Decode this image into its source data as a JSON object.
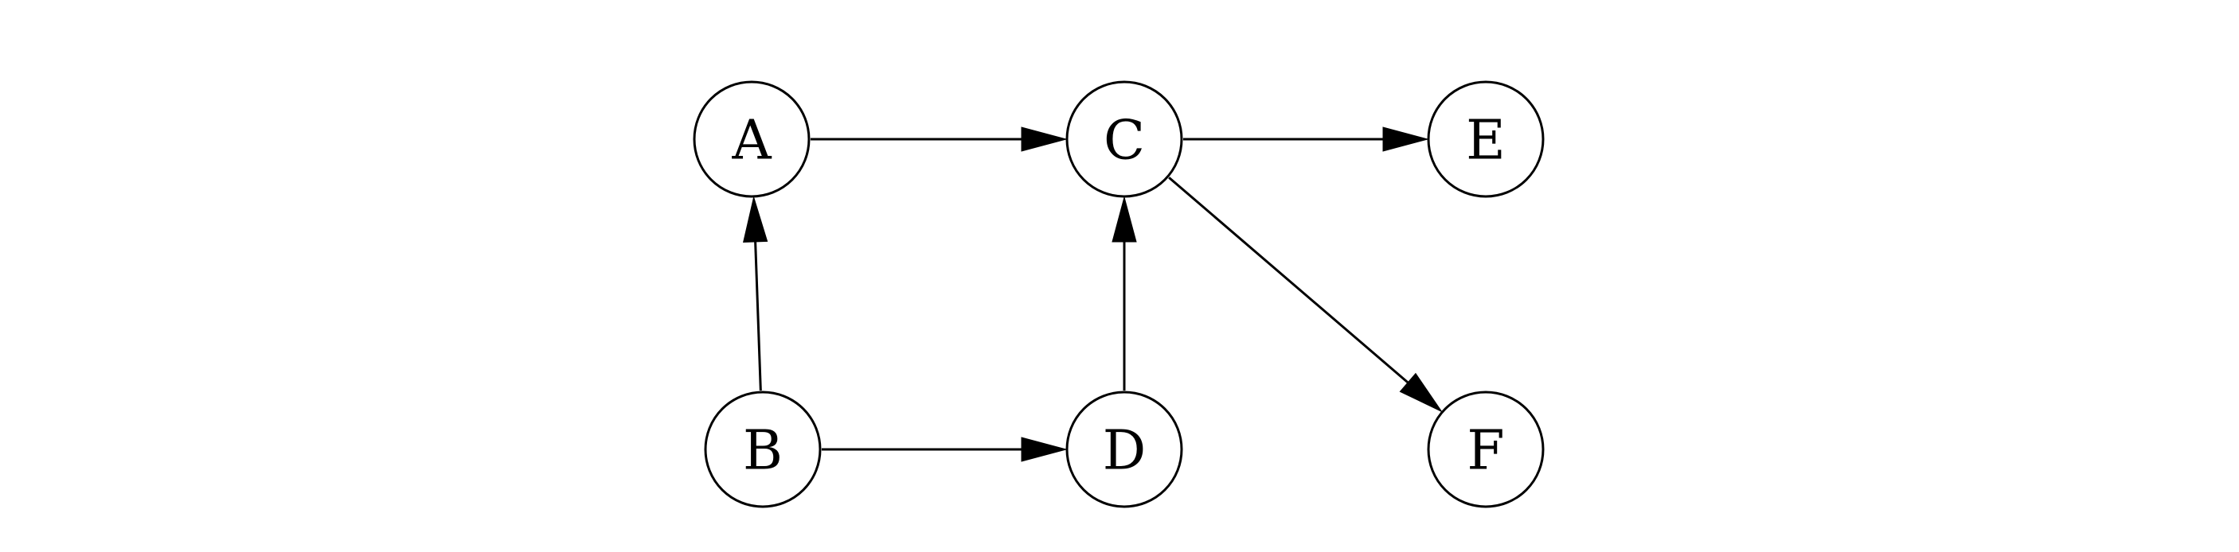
{
  "nodes": [
    {
      "id": "A",
      "label": "A"
    },
    {
      "id": "B",
      "label": "B"
    },
    {
      "id": "C",
      "label": "C"
    },
    {
      "id": "D",
      "label": "D"
    },
    {
      "id": "E",
      "label": "E"
    },
    {
      "id": "F",
      "label": "F"
    }
  ],
  "edges": [
    {
      "from": "A",
      "to": "C"
    },
    {
      "from": "B",
      "to": "A"
    },
    {
      "from": "B",
      "to": "D"
    },
    {
      "from": "D",
      "to": "C"
    },
    {
      "from": "C",
      "to": "E"
    },
    {
      "from": "C",
      "to": "F"
    }
  ],
  "colors": {
    "stroke": "#000000",
    "fill": "#ffffff",
    "background": "#ffffff"
  }
}
